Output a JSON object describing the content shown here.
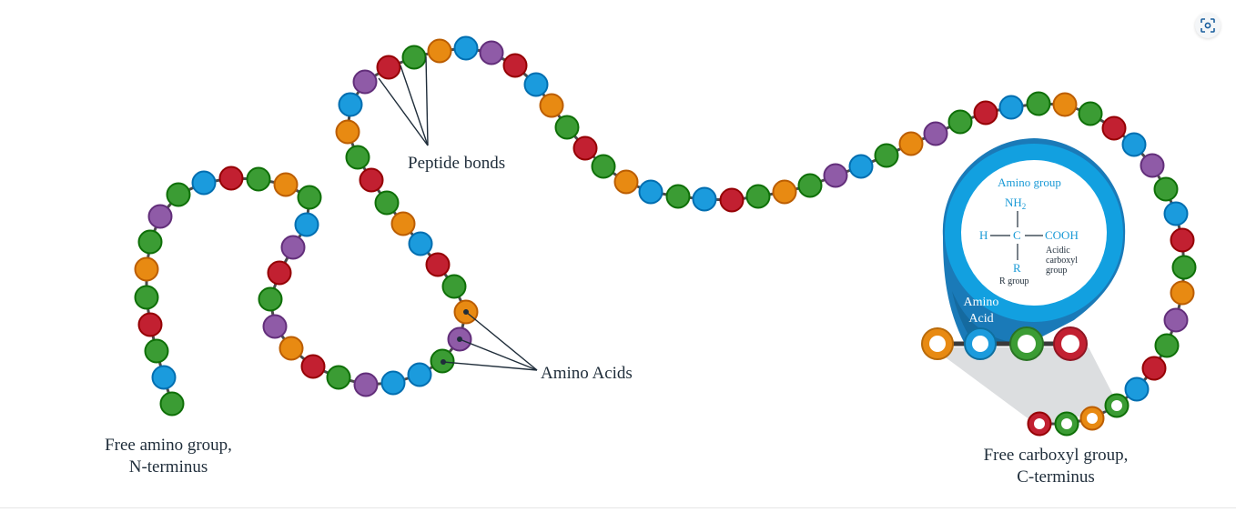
{
  "labels": {
    "peptide_bonds": "Peptide bonds",
    "amino_acids": "Amino Acids",
    "n_terminus_line1": "Free amino group,",
    "n_terminus_line2": "N-terminus",
    "c_terminus_line1": "Free carboxyl group,",
    "c_terminus_line2": "C-terminus"
  },
  "callout": {
    "amino_group": "Amino group",
    "nh2": "NH",
    "nh2_sub": "2",
    "h": "H",
    "c": "C",
    "cooh": "COOH",
    "acidic_line1": "Acidic",
    "acidic_line2": "carboxyl",
    "acidic_line3": "group",
    "r": "R",
    "r_group": "R group",
    "amino_line1": "Amino",
    "amino_line2": "Acid"
  },
  "colors": {
    "green": "#3b9c34",
    "blue": "#1b9bdd",
    "red": "#c22031",
    "purple": "#8f5ba7",
    "orange": "#e88a12",
    "bond": "#4a4a4a",
    "text": "#1f2d3a",
    "callout_dark": "#1a7ab8",
    "callout_light": "#12a0e0",
    "chem_blue": "#1a9ad6"
  },
  "chain_color_sequence": [
    "green",
    "blue",
    "green",
    "red",
    "green",
    "orange",
    "green",
    "purple",
    "green",
    "blue",
    "red",
    "green",
    "orange",
    "green",
    "blue",
    "purple",
    "red",
    "green",
    "purple",
    "orange",
    "red",
    "green",
    "purple",
    "blue",
    "blue",
    "green",
    "purple",
    "orange",
    "green",
    "red",
    "blue",
    "orange",
    "green",
    "red",
    "green",
    "orange",
    "blue",
    "purple",
    "red",
    "green",
    "orange",
    "blue",
    "purple",
    "red",
    "blue",
    "orange",
    "green",
    "red",
    "green",
    "orange",
    "blue",
    "green",
    "blue",
    "red",
    "green",
    "orange",
    "green",
    "purple",
    "blue",
    "green",
    "orange",
    "purple",
    "green",
    "red",
    "blue",
    "green",
    "orange",
    "green",
    "red",
    "blue",
    "purple",
    "green",
    "blue",
    "red",
    "green",
    "orange",
    "purple",
    "green",
    "red",
    "blue",
    "green",
    "orange",
    "green",
    "red",
    "blue",
    "green",
    "blue",
    "orange"
  ],
  "icon": "scan-icon"
}
